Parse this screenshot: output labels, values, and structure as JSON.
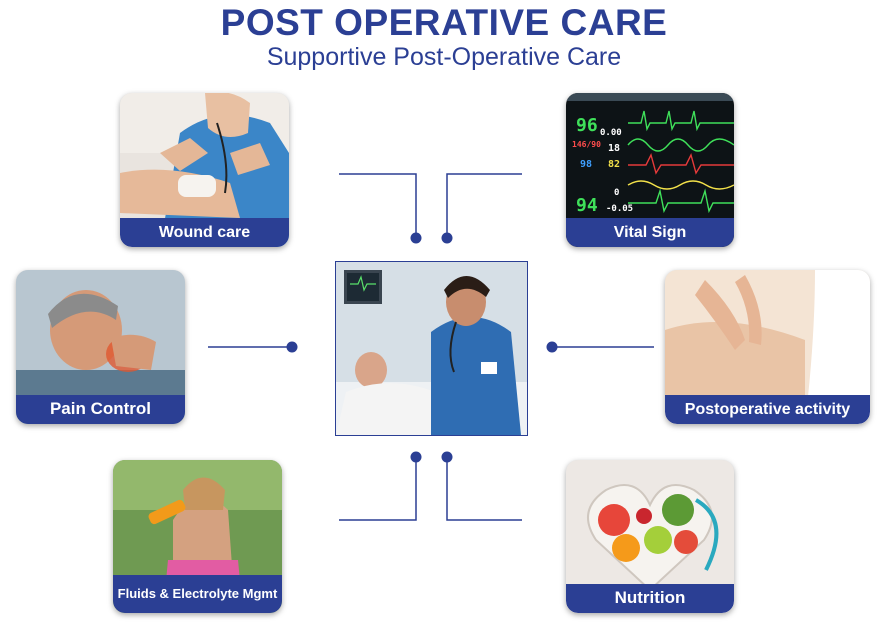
{
  "title": "POST OPERATIVE CARE",
  "subtitle": "Supportive Post-Operative Care",
  "colors": {
    "accent": "#2b3f94",
    "label_text": "#ffffff"
  },
  "items": [
    {
      "label": "Wound care",
      "image": "nurse-bandaging-arm-photo"
    },
    {
      "label": "Vital Sign",
      "image": "patient-monitor-photo"
    },
    {
      "label": "Pain Control",
      "image": "man-holding-neck-pain-photo"
    },
    {
      "label": "Postoperative activity",
      "image": "abdominal-massage-photo"
    },
    {
      "label": "Fluids & Electrolyte Mgmt",
      "image": "woman-drinking-bottle-photo"
    },
    {
      "label": "Nutrition",
      "image": "heart-shaped-fruit-bowl-photo"
    }
  ],
  "center_image": "doctor-with-stethoscope-and-patient-photo",
  "monitor_readings": [
    "96",
    "0.00",
    "18",
    "98",
    "82",
    "94",
    "0",
    "-0.05",
    "146/90"
  ]
}
